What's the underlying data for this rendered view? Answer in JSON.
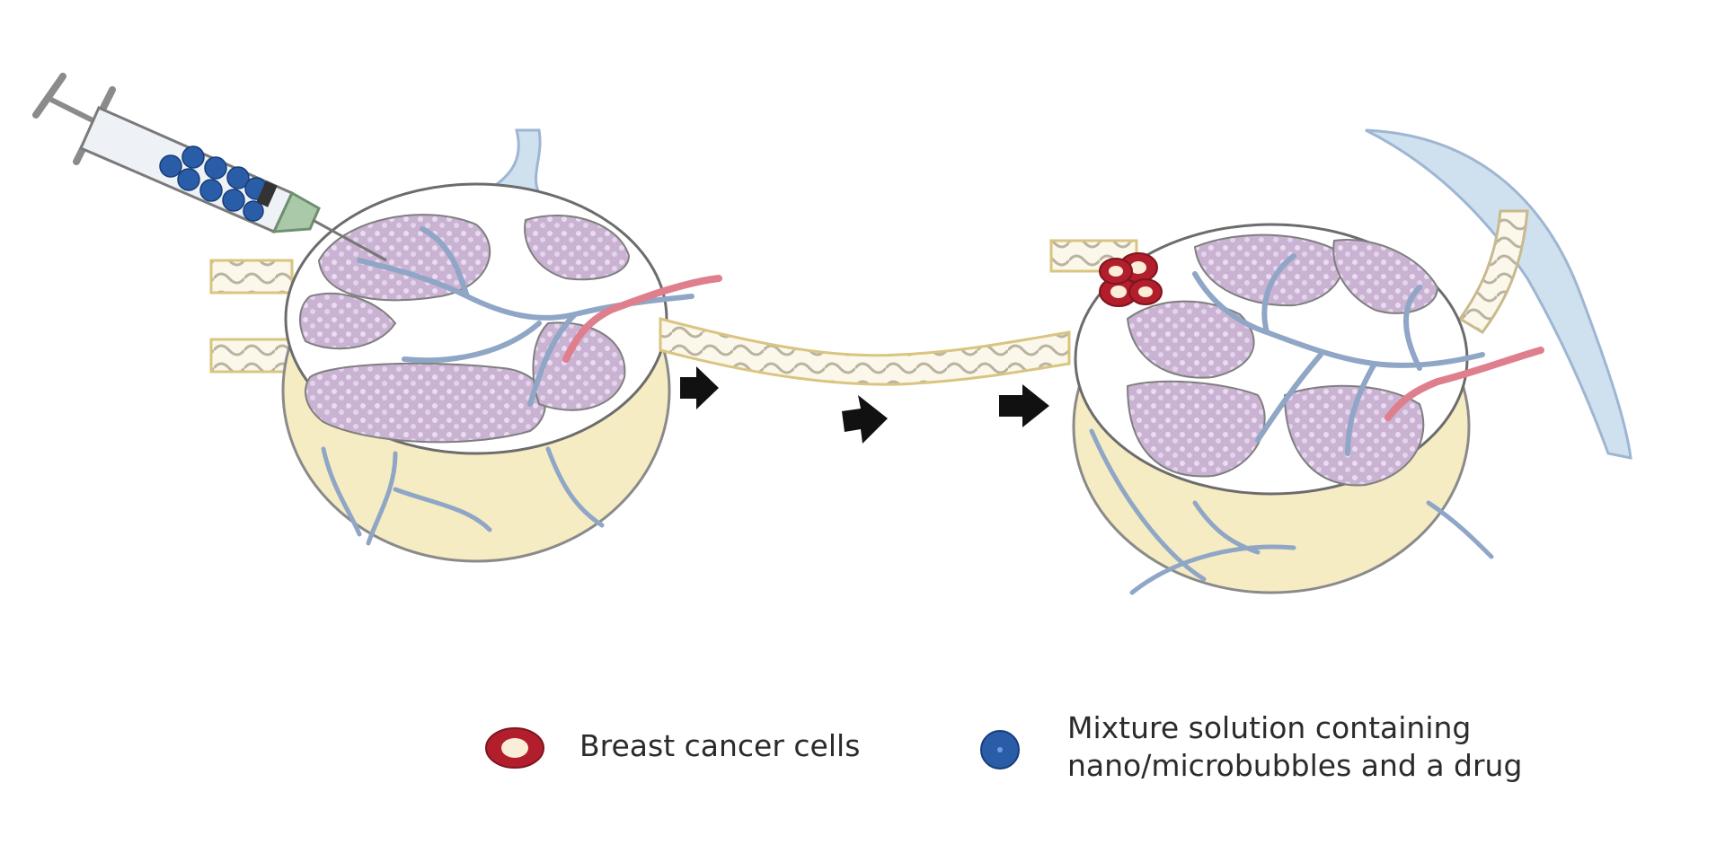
{
  "legend": {
    "cancer_cells_label": "Breast cancer cells",
    "mixture_line1": "Mixture solution containing",
    "mixture_line2": "nano/microbubbles and a drug"
  },
  "colors": {
    "node_purple": "#c9b2d2",
    "node_yellow": "#f5ecc3",
    "vessel_blue": "#8fa6c6",
    "artery_red": "#df7f8d",
    "cancer_red": "#b21e2c",
    "bubble_blue": "#2a5da8",
    "arrow": "#111111"
  },
  "icons": [
    "syringe-icon",
    "arrow-right-icon",
    "cancer-cell-icon",
    "bubble-icon"
  ]
}
